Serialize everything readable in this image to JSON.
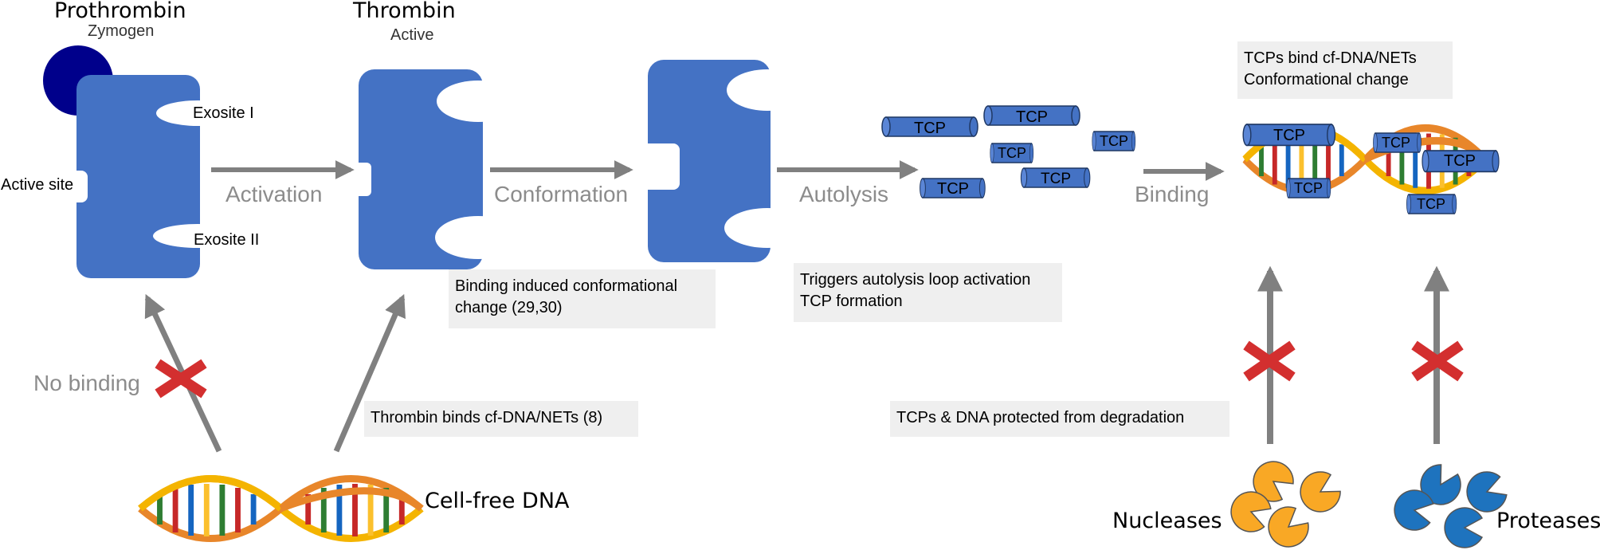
{
  "headers": {
    "prothrombin": "Prothrombin",
    "zymogen": "Zymogen",
    "thrombin": "Thrombin",
    "active": "Active"
  },
  "sites": {
    "exosite_1": "Exosite I",
    "exosite_2": "Exosite II",
    "active_site": "Active site"
  },
  "steps": {
    "activation": "Activation",
    "conformation": "Conformation",
    "autolysis": "Autolysis",
    "binding": "Binding",
    "no_binding": "No binding"
  },
  "notes": {
    "conformational_1": "Binding induced conformational",
    "conformational_2": "change (29,30)",
    "autolysis_1": "Triggers autolysis loop activation",
    "autolysis_2": "TCP formation",
    "tcp_bind_1": "TCPs bind cf-DNA/NETs",
    "tcp_bind_2": "Conformational change",
    "thrombin_binds": "Thrombin binds cf-DNA/NETs (8)",
    "protected": "TCPs & DNA protected from degradation"
  },
  "tcp_label": "TCP",
  "bottom": {
    "cell_free_dna": "Cell-free DNA",
    "nucleases": "Nucleases",
    "proteases": "Proteases"
  },
  "colors": {
    "protein_blue": "#4472c4",
    "zymogen_navy": "#00008b",
    "arrow_gray": "#808080",
    "cross_red": "#d32f2f",
    "nuclease_orange": "#f9a825",
    "protease_blue": "#1e73be"
  }
}
